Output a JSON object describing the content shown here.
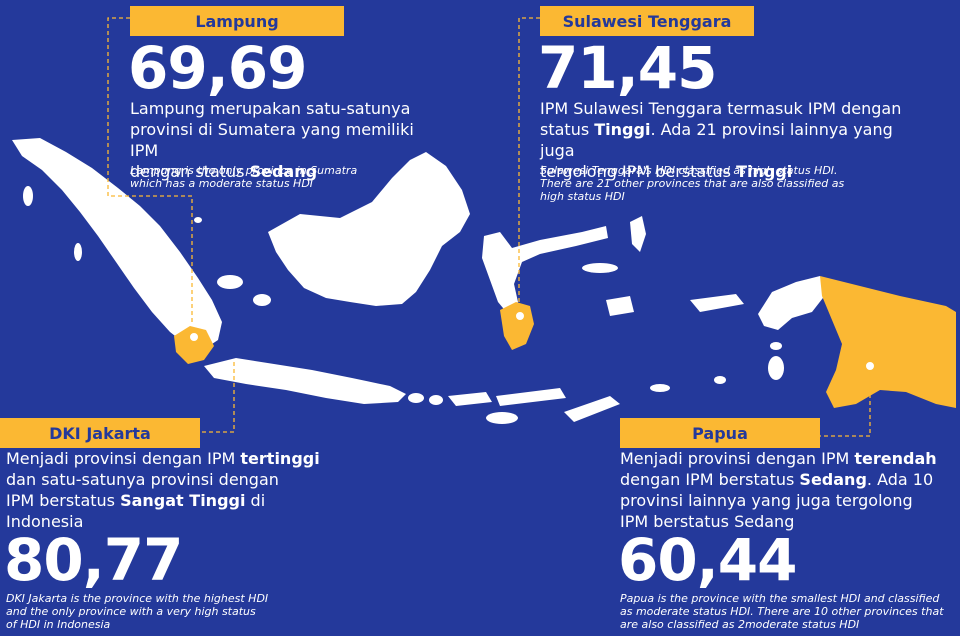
{
  "colors": {
    "background": "#24399b",
    "land": "#ffffff",
    "highlight": "#fbb833",
    "tag_text": "#24399b"
  },
  "lampung": {
    "tag": "Lampung",
    "value": "69,69",
    "desc_lines": [
      [
        {
          "t": "Lampung merupakan satu-satunya"
        }
      ],
      [
        {
          "t": "provinsi di Sumatera yang memiliki IPM"
        }
      ],
      [
        {
          "t": "dengan status "
        },
        {
          "t": "Sedang",
          "b": true
        }
      ]
    ],
    "en_lines": [
      "Lampung is the only province in Sumatra",
      "which has a moderate status HDI"
    ]
  },
  "sultra": {
    "tag": "Sulawesi Tenggara",
    "value": "71,45",
    "desc_lines": [
      [
        {
          "t": "IPM Sulawesi Tenggara termasuk IPM dengan"
        }
      ],
      [
        {
          "t": "status "
        },
        {
          "t": "Tinggi",
          "b": true
        },
        {
          "t": ". Ada 21 provinsi lainnya yang juga"
        }
      ],
      [
        {
          "t": "tergolong IPM berstatus "
        },
        {
          "t": "Tinggi",
          "b": true
        }
      ]
    ],
    "en_lines": [
      "Sulawesi Tenggara's HDI classified as high status HDI.",
      "There are 21 other provinces that are also classified as",
      "high status HDI"
    ]
  },
  "jakarta": {
    "tag": "DKI Jakarta",
    "value": "80,77",
    "desc_lines": [
      [
        {
          "t": "Menjadi provinsi dengan IPM "
        },
        {
          "t": "tertinggi",
          "b": true
        }
      ],
      [
        {
          "t": "dan satu-satunya provinsi dengan"
        }
      ],
      [
        {
          "t": "IPM berstatus "
        },
        {
          "t": "Sangat Tinggi",
          "b": true
        },
        {
          "t": " di"
        }
      ],
      [
        {
          "t": "Indonesia"
        }
      ]
    ],
    "en_lines": [
      "DKI Jakarta is the province with the highest HDI",
      "and the only province with a very high status",
      "of HDI in Indonesia"
    ]
  },
  "papua": {
    "tag": "Papua",
    "value": "60,44",
    "desc_lines": [
      [
        {
          "t": "Menjadi provinsi dengan IPM "
        },
        {
          "t": "terendah",
          "b": true
        }
      ],
      [
        {
          "t": "dengan IPM berstatus "
        },
        {
          "t": "Sedang",
          "b": true
        },
        {
          "t": ". Ada 10"
        }
      ],
      [
        {
          "t": "provinsi lainnya yang juga tergolong"
        }
      ],
      [
        {
          "t": "IPM berstatus Sedang"
        }
      ]
    ],
    "en_lines": [
      "Papua is the province with the smallest HDI and classified",
      "as moderate status HDI. There are 10 other provinces that",
      "are also classified as 2moderate status HDI"
    ]
  }
}
